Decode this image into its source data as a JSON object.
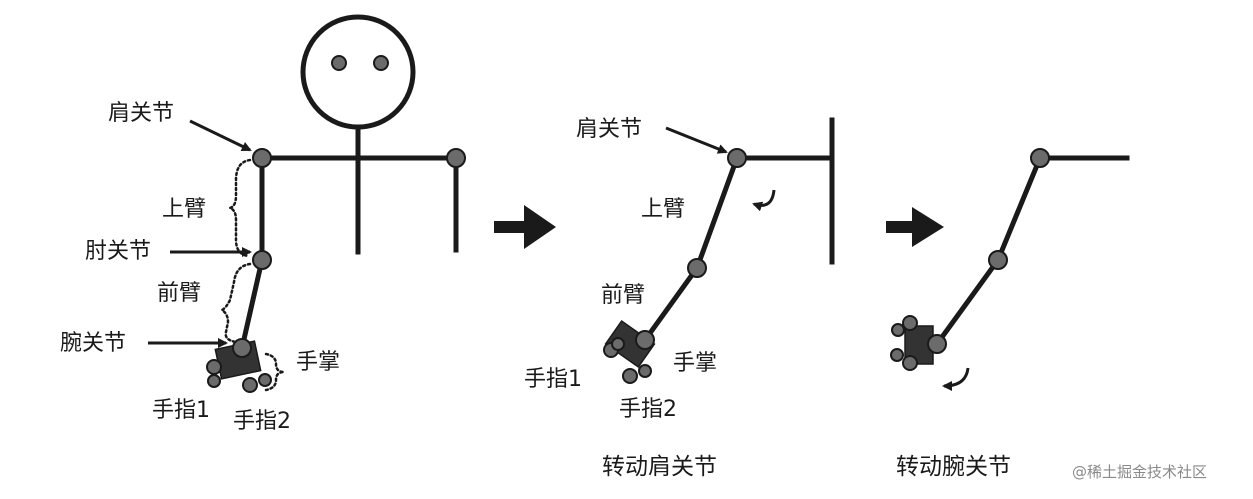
{
  "labels": {
    "shoulder_joint": "肩关节",
    "upper_arm": "上臂",
    "elbow_joint": "肘关节",
    "forearm": "前臂",
    "wrist_joint": "腕关节",
    "palm": "手掌",
    "finger1": "手指1",
    "finger2": "手指2"
  },
  "panel2": {
    "shoulder_joint": "肩关节",
    "upper_arm": "上臂",
    "forearm": "前臂",
    "palm": "手掌",
    "finger1": "手指1",
    "finger2": "手指2",
    "caption": "转动肩关节"
  },
  "panel3": {
    "caption": "转动腕关节"
  },
  "watermark": "@稀土掘金技术社区",
  "colors": {
    "ink": "#1a1a1a",
    "joint_fill": "#6b6b6b",
    "background": "#ffffff"
  }
}
